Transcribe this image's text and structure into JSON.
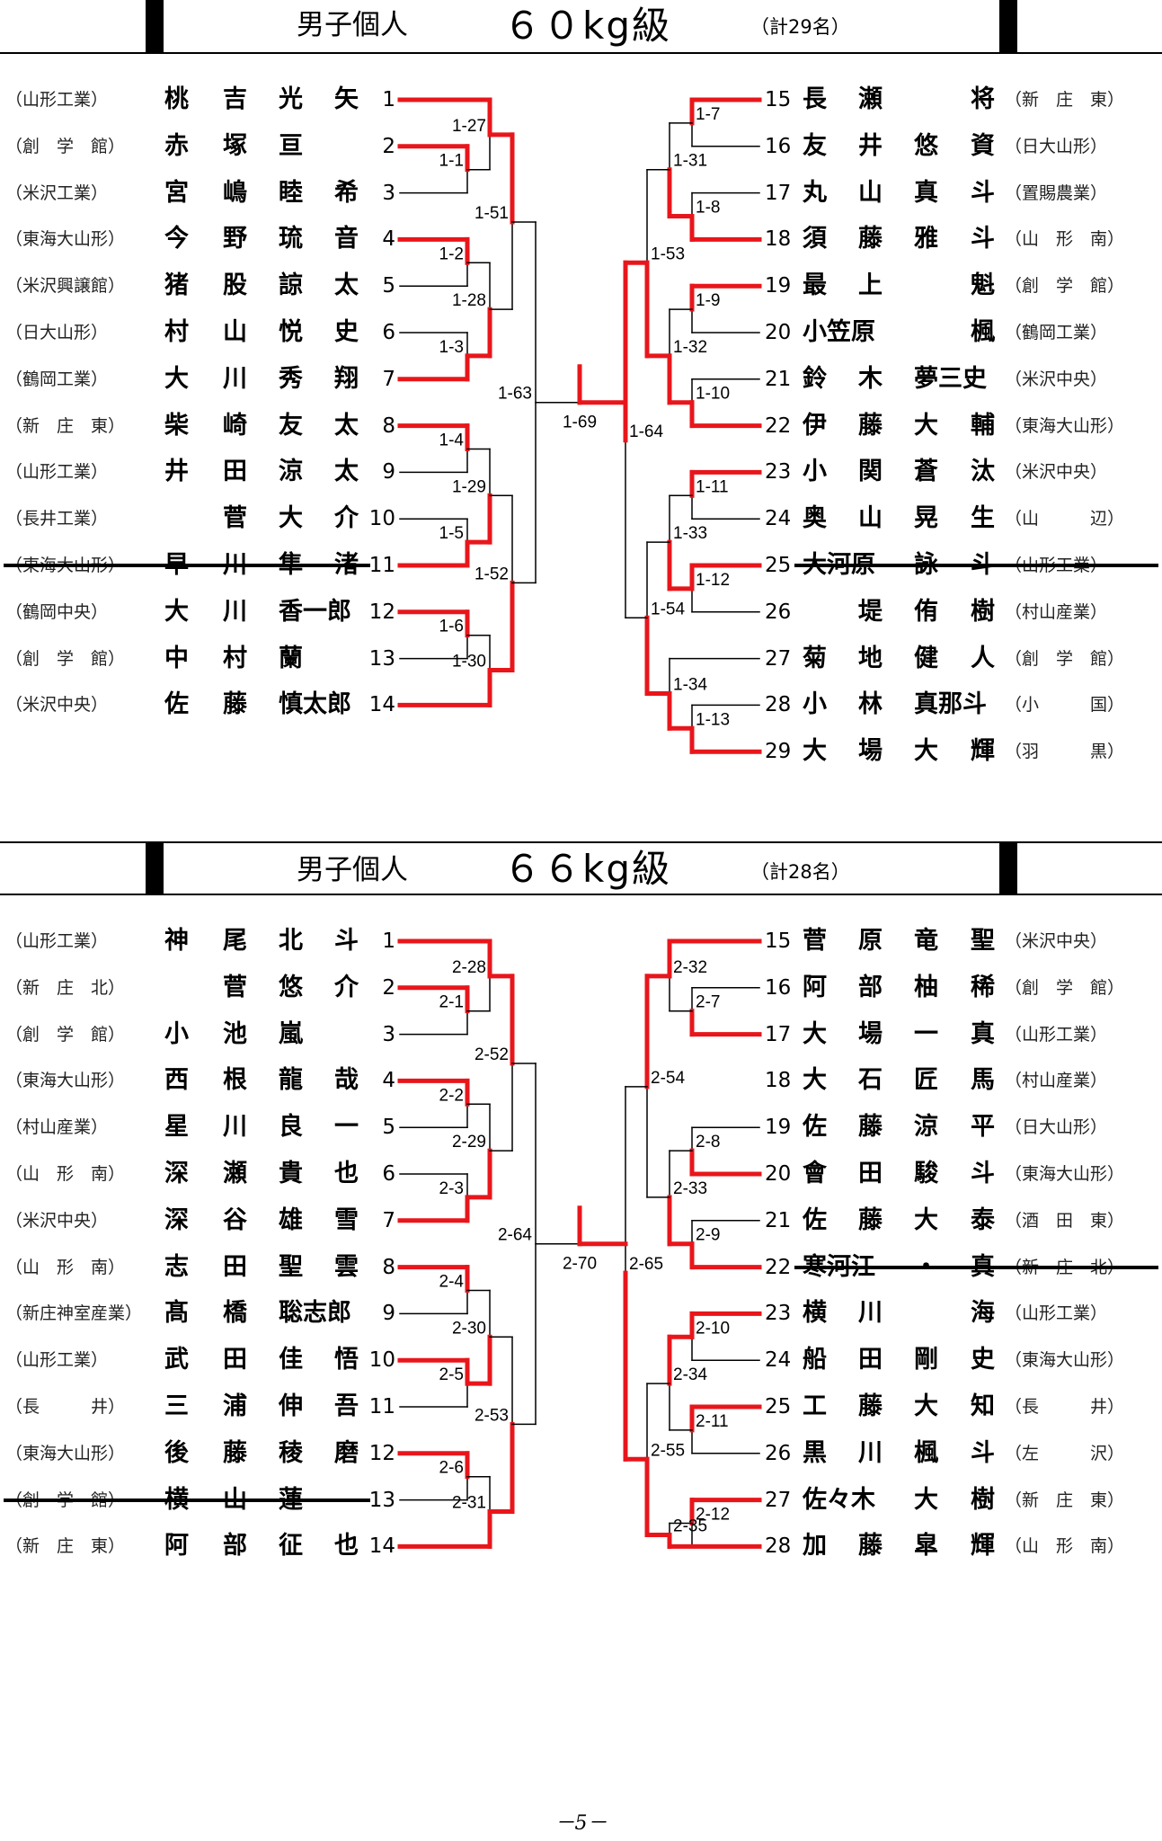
{
  "page_number": "－5－",
  "brackets": [
    {
      "id": "60kg",
      "title_gender": "男子個人",
      "title_class": "６０kg級",
      "title_count": "（計29名）",
      "left": [
        {
          "num": "1",
          "school": "（山形工業）",
          "name": [
            "桃",
            "吉",
            "光",
            "矢"
          ]
        },
        {
          "num": "2",
          "school": "（創　学　館）",
          "name": [
            "赤",
            "塚",
            "亘",
            ""
          ]
        },
        {
          "num": "3",
          "school": "（米沢工業）",
          "name": [
            "宮",
            "嶋",
            "睦",
            "希"
          ]
        },
        {
          "num": "4",
          "school": "（東海大山形）",
          "name": [
            "今",
            "野",
            "琉",
            "音"
          ]
        },
        {
          "num": "5",
          "school": "（米沢興譲館）",
          "name": [
            "猪",
            "股",
            "諒",
            "太"
          ]
        },
        {
          "num": "6",
          "school": "（日大山形）",
          "name": [
            "村",
            "山",
            "悦",
            "史"
          ]
        },
        {
          "num": "7",
          "school": "（鶴岡工業）",
          "name": [
            "大",
            "川",
            "秀",
            "翔"
          ]
        },
        {
          "num": "8",
          "school": "（新　庄　東）",
          "name": [
            "柴",
            "崎",
            "友",
            "太"
          ]
        },
        {
          "num": "9",
          "school": "（山形工業）",
          "name": [
            "井",
            "田",
            "涼",
            "太"
          ]
        },
        {
          "num": "10",
          "school": "（長井工業）",
          "name": [
            "",
            "菅",
            "大",
            "介"
          ]
        },
        {
          "num": "11",
          "school": "（東海大山形）",
          "name": [
            "早",
            "川",
            "隼",
            "渚"
          ],
          "withdrawn": true
        },
        {
          "num": "12",
          "school": "（鶴岡中央）",
          "name": [
            "大",
            "川",
            "香一郎",
            ""
          ]
        },
        {
          "num": "13",
          "school": "（創　学　館）",
          "name": [
            "中",
            "村",
            "蘭",
            ""
          ]
        },
        {
          "num": "14",
          "school": "（米沢中央）",
          "name": [
            "佐",
            "藤",
            "慎太郎",
            ""
          ]
        }
      ],
      "right": [
        {
          "num": "15",
          "school": "（新　庄　東）",
          "name": [
            "長",
            "瀬",
            "",
            "将"
          ]
        },
        {
          "num": "16",
          "school": "（日大山形）",
          "name": [
            "友",
            "井",
            "悠",
            "資"
          ]
        },
        {
          "num": "17",
          "school": "（置賜農業）",
          "name": [
            "丸",
            "山",
            "真",
            "斗"
          ]
        },
        {
          "num": "18",
          "school": "（山　形　南）",
          "name": [
            "須",
            "藤",
            "雅",
            "斗"
          ]
        },
        {
          "num": "19",
          "school": "（創　学　館）",
          "name": [
            "最",
            "上",
            "",
            "魁"
          ]
        },
        {
          "num": "20",
          "school": "（鶴岡工業）",
          "name": [
            "小笠原",
            "",
            "",
            "楓"
          ]
        },
        {
          "num": "21",
          "school": "（米沢中央）",
          "name": [
            "鈴",
            "木",
            "夢三史",
            ""
          ]
        },
        {
          "num": "22",
          "school": "（東海大山形）",
          "name": [
            "伊",
            "藤",
            "大",
            "輔"
          ]
        },
        {
          "num": "23",
          "school": "（米沢中央）",
          "name": [
            "小",
            "関",
            "蒼",
            "汰"
          ]
        },
        {
          "num": "24",
          "school": "（山　　　辺）",
          "name": [
            "奥",
            "山",
            "晃",
            "生"
          ]
        },
        {
          "num": "25",
          "school": "（山形工業）",
          "name": [
            "大河原",
            "",
            "詠",
            "斗"
          ],
          "withdrawn": true
        },
        {
          "num": "26",
          "school": "（村山産業）",
          "name": [
            "",
            "堤",
            "侑",
            "樹"
          ]
        },
        {
          "num": "27",
          "school": "（創　学　館）",
          "name": [
            "菊",
            "地",
            "健",
            "人"
          ]
        },
        {
          "num": "28",
          "school": "（小　　　国）",
          "name": [
            "小",
            "林",
            "真那斗",
            ""
          ]
        },
        {
          "num": "29",
          "school": "（羽　　　黒）",
          "name": [
            "大",
            "場",
            "大",
            "輝"
          ]
        }
      ],
      "matches": {
        "l1": [
          "1-1",
          "1-2",
          "1-3",
          "1-4",
          "1-5",
          "1-6"
        ],
        "l2": [
          "1-27",
          "1-28",
          "1-29",
          "1-30"
        ],
        "l3": [
          "1-51",
          "1-52"
        ],
        "l4": "1-63",
        "final": "1-69",
        "r4": "1-64",
        "r3": [
          "1-53",
          "1-54"
        ],
        "r2": [
          "1-31",
          "1-32",
          "1-33",
          "1-34"
        ],
        "r1": [
          "1-7",
          "1-8",
          "1-9",
          "1-10",
          "1-11",
          "1-12",
          "1-13"
        ]
      }
    },
    {
      "id": "66kg",
      "title_gender": "男子個人",
      "title_class": "６６kg級",
      "title_count": "（計28名）",
      "left": [
        {
          "num": "1",
          "school": "（山形工業）",
          "name": [
            "神",
            "尾",
            "北",
            "斗"
          ]
        },
        {
          "num": "2",
          "school": "（新　庄　北）",
          "name": [
            "",
            "菅",
            "悠",
            "介"
          ]
        },
        {
          "num": "3",
          "school": "（創　学　館）",
          "name": [
            "小",
            "池",
            "嵐",
            ""
          ]
        },
        {
          "num": "4",
          "school": "（東海大山形）",
          "name": [
            "西",
            "根",
            "龍",
            "哉"
          ]
        },
        {
          "num": "5",
          "school": "（村山産業）",
          "name": [
            "星",
            "川",
            "良",
            "一"
          ]
        },
        {
          "num": "6",
          "school": "（山　形　南）",
          "name": [
            "深",
            "瀬",
            "貴",
            "也"
          ]
        },
        {
          "num": "7",
          "school": "（米沢中央）",
          "name": [
            "深",
            "谷",
            "雄",
            "雪"
          ]
        },
        {
          "num": "8",
          "school": "（山　形　南）",
          "name": [
            "志",
            "田",
            "聖",
            "雲"
          ]
        },
        {
          "num": "9",
          "school": "（新庄神室産業）",
          "name": [
            "髙",
            "橋",
            "聡志郎",
            ""
          ]
        },
        {
          "num": "10",
          "school": "（山形工業）",
          "name": [
            "武",
            "田",
            "佳",
            "悟"
          ]
        },
        {
          "num": "11",
          "school": "（長　　　井）",
          "name": [
            "三",
            "浦",
            "伸",
            "吾"
          ]
        },
        {
          "num": "12",
          "school": "（東海大山形）",
          "name": [
            "後",
            "藤",
            "稜",
            "磨"
          ]
        },
        {
          "num": "13",
          "school": "（創　学　館）",
          "name": [
            "横",
            "山",
            "蓮",
            ""
          ],
          "withdrawn": true
        },
        {
          "num": "14",
          "school": "（新　庄　東）",
          "name": [
            "阿",
            "部",
            "征",
            "也"
          ]
        }
      ],
      "right": [
        {
          "num": "15",
          "school": "（米沢中央）",
          "name": [
            "菅",
            "原",
            "竜",
            "聖"
          ]
        },
        {
          "num": "16",
          "school": "（創　学　館）",
          "name": [
            "阿",
            "部",
            "柚",
            "稀"
          ]
        },
        {
          "num": "17",
          "school": "（山形工業）",
          "name": [
            "大",
            "場",
            "一",
            "真"
          ]
        },
        {
          "num": "18",
          "school": "（村山産業）",
          "name": [
            "大",
            "石",
            "匠",
            "馬"
          ]
        },
        {
          "num": "19",
          "school": "（日大山形）",
          "name": [
            "佐",
            "藤",
            "涼",
            "平"
          ]
        },
        {
          "num": "20",
          "school": "（東海大山形）",
          "name": [
            "會",
            "田",
            "駿",
            "斗"
          ]
        },
        {
          "num": "21",
          "school": "（酒　田　東）",
          "name": [
            "佐",
            "藤",
            "大",
            "泰"
          ]
        },
        {
          "num": "22",
          "school": "（新　庄　北）",
          "name": [
            "寒河江",
            "",
            "・",
            "真"
          ],
          "withdrawn": true
        },
        {
          "num": "23",
          "school": "（山形工業）",
          "name": [
            "横",
            "川",
            "",
            "海"
          ]
        },
        {
          "num": "24",
          "school": "（東海大山形）",
          "name": [
            "船",
            "田",
            "剛",
            "史"
          ]
        },
        {
          "num": "25",
          "school": "（長　　　井）",
          "name": [
            "工",
            "藤",
            "大",
            "知"
          ]
        },
        {
          "num": "26",
          "school": "（左　　　沢）",
          "name": [
            "黒",
            "川",
            "楓",
            "斗"
          ]
        },
        {
          "num": "27",
          "school": "（新　庄　東）",
          "name": [
            "佐々木",
            "",
            "大",
            "樹"
          ]
        },
        {
          "num": "28",
          "school": "（山　形　南）",
          "name": [
            "加",
            "藤",
            "皐",
            "輝"
          ]
        }
      ],
      "matches": {
        "l1": [
          "2-1",
          "2-2",
          "2-3",
          "2-4",
          "2-5",
          "2-6"
        ],
        "l2": [
          "2-28",
          "2-29",
          "2-30",
          "2-31"
        ],
        "l3": [
          "2-52",
          "2-53"
        ],
        "l4": "2-64",
        "final": "2-70",
        "r4": "2-65",
        "r3": [
          "2-54",
          "2-55"
        ],
        "r2": [
          "2-32",
          "2-33",
          "2-34",
          "2-35"
        ],
        "r1": [
          "2-7",
          "2-8",
          "2-9",
          "2-10",
          "2-11",
          "2-12"
        ]
      }
    }
  ]
}
